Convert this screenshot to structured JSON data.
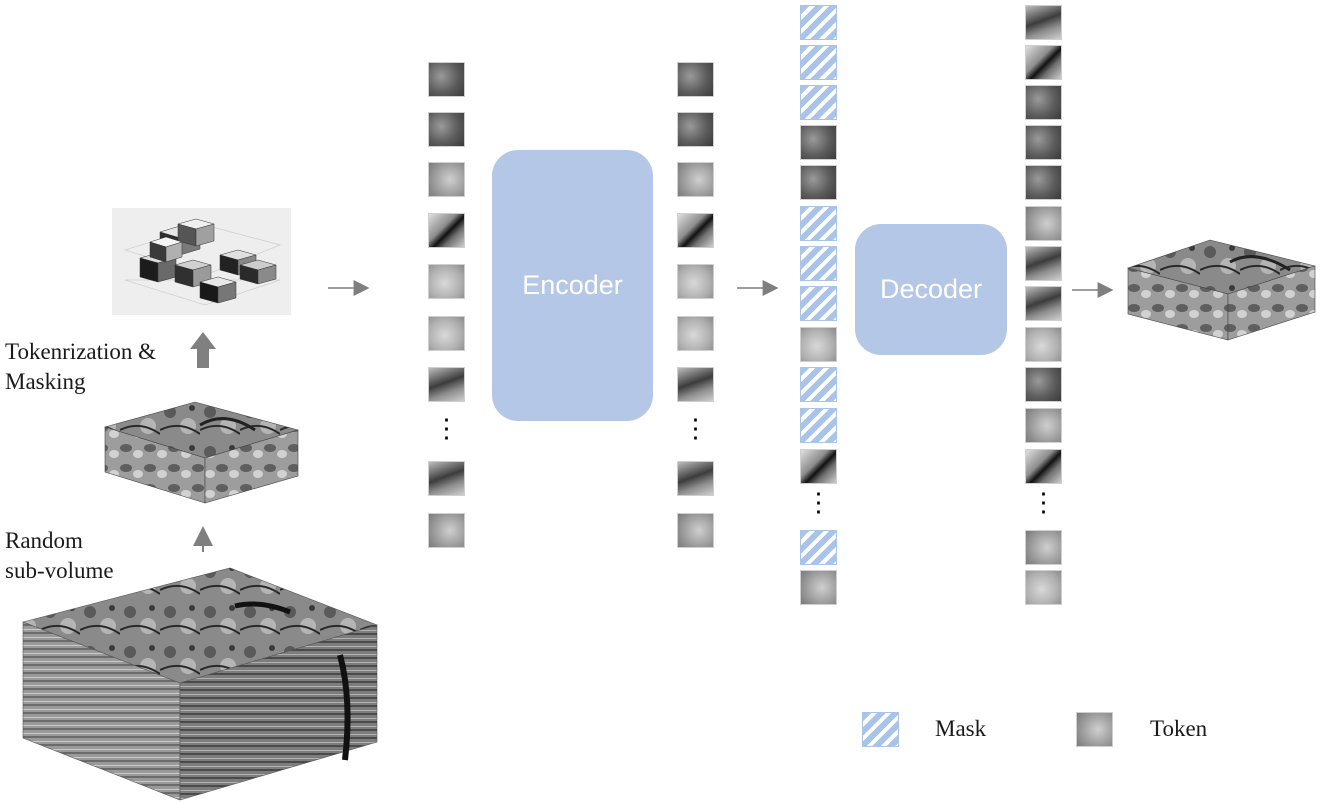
{
  "labels": {
    "tokenization": "Tokenrization &",
    "masking": "Masking",
    "random": "Random",
    "subvolume": "sub-volume",
    "encoder": "Encoder",
    "decoder": "Decoder"
  },
  "legend": {
    "mask": "Mask",
    "token": "Token"
  },
  "colors": {
    "block": "#b4c7e7",
    "mask_stripe": "#a9c4e6",
    "arrow": "#7f7f7f"
  },
  "ellipsis": "⋮"
}
